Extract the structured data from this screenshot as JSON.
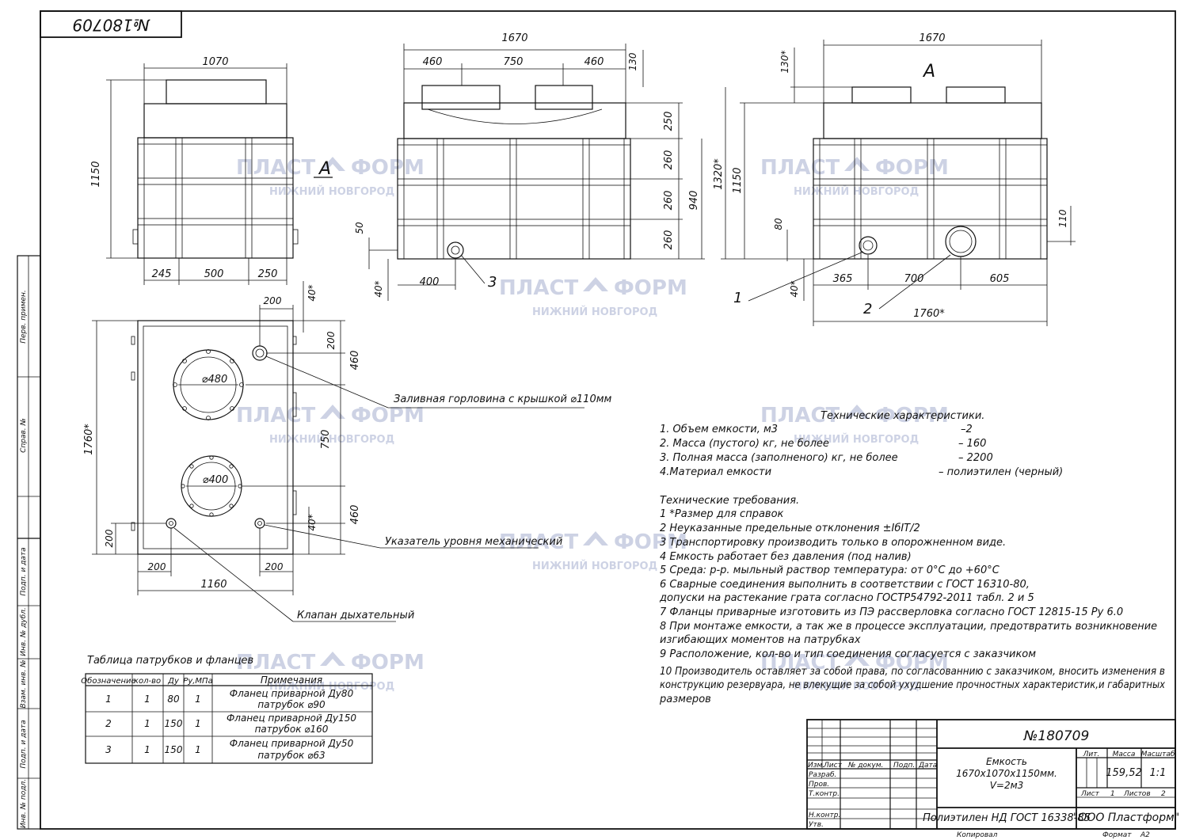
{
  "drawing_number": "№180709",
  "watermark": {
    "name_left": "ПЛАСТ",
    "name_right": "ФОРМ",
    "city": "НИЖНИЙ НОВГОРОД"
  },
  "side_view": {
    "width": "1070",
    "height": "1150",
    "section_mark": "А",
    "bottom_dims": [
      "245",
      "500",
      "250"
    ]
  },
  "front_view": {
    "width": "1670",
    "top_dims": [
      "460",
      "750",
      "460"
    ],
    "top_height": "130",
    "right_dims": [
      "250",
      "260",
      "260",
      "260"
    ],
    "total_height": "940",
    "left_dims": [
      "50",
      "40*"
    ],
    "bottom_dim": "400",
    "callout": "3"
  },
  "right_view": {
    "width": "1670",
    "view_label": "А",
    "left_dims": [
      "130*",
      "1320*",
      "1150",
      "80",
      "40*"
    ],
    "right_dim": "110",
    "bottom_dims": [
      "365",
      "700",
      "605"
    ],
    "overall": "1760*",
    "callouts": [
      "1",
      "2"
    ]
  },
  "plan_view": {
    "dims": [
      "200",
      "40*",
      "200",
      "460",
      "750",
      "460",
      "40*",
      "200",
      "1760*",
      "200",
      "200",
      "1160"
    ],
    "diameter_big": "⌀480",
    "diameter_small": "⌀400"
  },
  "leaders": {
    "neck": "Заливная горловина с крышкой ⌀110мм",
    "level": "Указатель уровня механический",
    "valve": "Клапан дыхательный"
  },
  "specs": {
    "title": "Технические характеристики.",
    "items": [
      {
        "label": "1. Объем емкости, м3",
        "value": "–2"
      },
      {
        "label": "2. Масса (пустого) кг, не более",
        "value": "– 160"
      },
      {
        "label": "3. Полная масса (заполненого) кг, не более",
        "value": "– 2200"
      },
      {
        "label": "4.Материал емкости",
        "value": "– полиэтилен (черный)"
      }
    ]
  },
  "requirements": {
    "title": "Технические требования.",
    "lines": [
      "1  *Размер для справок",
      "2  Неуказанные предельные отклонения ±IбIT/2",
      "3  Транспортировку производить только в опорожненном виде.",
      "4  Емкость работает без давления (под налив)",
      "5  Среда: р-р. мыльный раствор  температура: от 0°С до +60°С",
      "6  Сварные соединения выполнить в соответствии с ГОСТ 16310-80,",
      "допуски на растекание грата согласно ГОСТР54792-2011 табл. 2 и 5",
      "7  Фланцы приварные изготовить из ПЭ рассверловка согласно ГОСТ 12815-15 Ру 6.0",
      "8  При  монтаже  емкости,  а  так  же  в  процессе  эксплуатации,  предотвратить  возникновение",
      "изгибающих моментов на патрубках",
      "9  Расположение, кол-во и тип соединения согласуется с заказчиком",
      "10  Производитель  оставляет  за  собой  права,  по согласованнию  с  заказчиком,  вносить  изменения  в",
      "конструкцию  резервуара,  не  влекущие  за  собой  ухудшение  прочностных  характеристик,и  габаритных",
      "размеров"
    ]
  },
  "nozzle_table": {
    "caption": "Таблица патрубков и фланцев",
    "headers": [
      "Обозначение",
      "кол-во",
      "Ду",
      "Ру,МПа",
      "Примечания"
    ],
    "rows": [
      {
        "cells": [
          "1",
          "1",
          "80",
          "1"
        ],
        "note1": "Фланец приварной Ду80",
        "note2": "патрубок ⌀90"
      },
      {
        "cells": [
          "2",
          "1",
          "150",
          "1"
        ],
        "note1": "Фланец приварной Ду150",
        "note2": "патрубок ⌀160"
      },
      {
        "cells": [
          "3",
          "1",
          "150",
          "1"
        ],
        "note1": "Фланец приварной Ду50",
        "note2": "патрубок ⌀63"
      }
    ]
  },
  "title_block": {
    "number": "№180709",
    "name": [
      "Емкость",
      "1670х1070х1150мм.",
      "V=2м3"
    ],
    "material": "Полиэтилен НД  ГОСТ 16338-85",
    "company": "\"ООО Пластформ\"",
    "col_headers": [
      "Лит.",
      "Масса",
      "Масштаб"
    ],
    "mass": "159,52",
    "scale": "1:1",
    "sheet_label": "Лист",
    "sheet_no": "1",
    "sheets_label": "Листов",
    "sheets_no": "2",
    "change_headers": [
      "Изм.",
      "Лист",
      "№ докум.",
      "Подп.",
      "Дата"
    ],
    "roles": [
      "Разраб.",
      "Пров.",
      "Т.контр.",
      "Н.контр.",
      "Утв."
    ],
    "copied": "Копировал",
    "format_label": "Формат",
    "format": "А2"
  },
  "side_stamp": [
    "Перв. примен.",
    "Справ. №",
    "Подп. и дата",
    "Инв. № дубл.",
    "Взам. инв. №",
    "Подп. и дата",
    "Инв. № подл."
  ]
}
